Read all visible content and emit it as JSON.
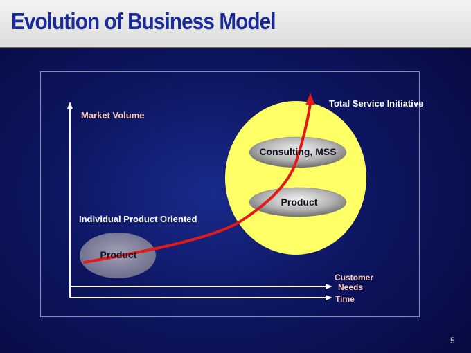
{
  "slide": {
    "title": "Evolution of Business Model",
    "page_number": "5"
  },
  "diagram": {
    "y_axis_label": "Market Volume",
    "x_axis_labels": [
      "Customer",
      "Needs",
      "Time"
    ],
    "stage_individual": {
      "heading": "Individual Product Oriented",
      "item": "Product"
    },
    "stage_total": {
      "heading": "Total Service Initiative",
      "items": [
        "Consulting, MSS",
        "Product"
      ]
    }
  },
  "colors": {
    "title": "#1a2a9a",
    "background": "#0d1560",
    "circle": "#ffff66",
    "curve": "#e11a1a",
    "axis": "#ffffff",
    "muted_label": "#ffccb0",
    "strong_label": "#ffffff"
  }
}
